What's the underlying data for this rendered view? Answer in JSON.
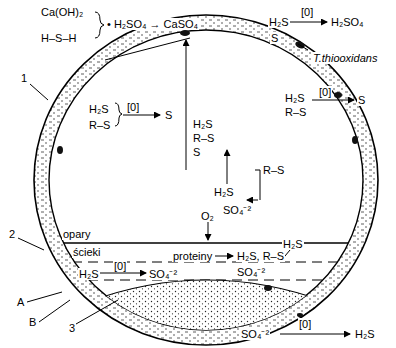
{
  "diagram": {
    "labels": [
      "Ca(OH)₂",
      "H–S–H",
      "• H₂SO₄ → CaSO₄",
      "H₂S",
      "[0]",
      "H₂SO₄",
      "S",
      "T.thiooxidans",
      "1",
      "H₂S",
      "[0]",
      "R–S",
      "S",
      "H₂S",
      "R–S",
      "S",
      "H₂S",
      "[0]",
      "R–S",
      "S",
      "H₂S",
      "R–S",
      "SO₄⁻²",
      "opary",
      "O₂",
      "ścieki",
      "proteiny",
      "H₂S, R–S",
      "H₂S",
      "[0]",
      "SO₄⁻²",
      "SO₄⁻²",
      "H₂S",
      "2",
      "A",
      "B",
      "3",
      "SO₄⁻²",
      "[0]",
      "H₂S"
    ]
  }
}
